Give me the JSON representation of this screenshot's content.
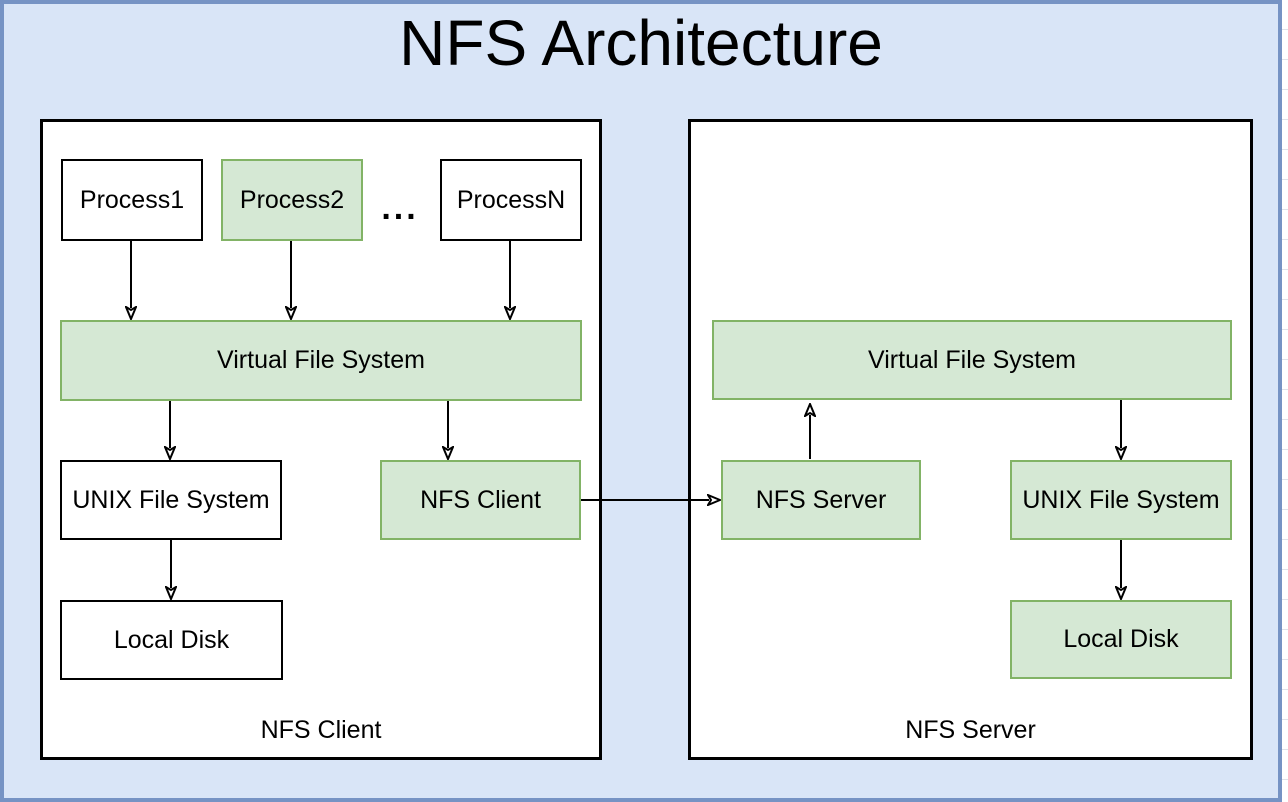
{
  "title": "NFS Architecture",
  "panels": {
    "client": {
      "label": "NFS Client"
    },
    "server": {
      "label": "NFS Server"
    }
  },
  "nodes": {
    "process1": "Process1",
    "process2": "Process2",
    "dots": "...",
    "processN": "ProcessN",
    "vfs_client": "Virtual File System",
    "unix_client": "UNIX File System",
    "nfs_client": "NFS Client",
    "local_disk_client": "Local Disk",
    "vfs_server": "Virtual File System",
    "nfs_server": "NFS Server",
    "unix_server": "UNIX File System",
    "local_disk_server": "Local Disk"
  },
  "edges": [
    {
      "from": "process1",
      "to": "vfs_client",
      "direction": "down"
    },
    {
      "from": "process2",
      "to": "vfs_client",
      "direction": "down"
    },
    {
      "from": "processN",
      "to": "vfs_client",
      "direction": "down"
    },
    {
      "from": "vfs_client",
      "to": "unix_client",
      "direction": "down"
    },
    {
      "from": "vfs_client",
      "to": "nfs_client",
      "direction": "down"
    },
    {
      "from": "unix_client",
      "to": "local_disk_client",
      "direction": "down"
    },
    {
      "from": "nfs_client",
      "to": "nfs_server",
      "direction": "right"
    },
    {
      "from": "nfs_server",
      "to": "vfs_server",
      "direction": "up"
    },
    {
      "from": "vfs_server",
      "to": "unix_server",
      "direction": "down"
    },
    {
      "from": "unix_server",
      "to": "local_disk_server",
      "direction": "down"
    }
  ],
  "colors": {
    "board_fill": "#d9e5f7",
    "board_border": "#7693c4",
    "green_fill": "#d5e8d4",
    "green_border": "#82b366",
    "box_border": "#000000",
    "text": "#000000"
  }
}
